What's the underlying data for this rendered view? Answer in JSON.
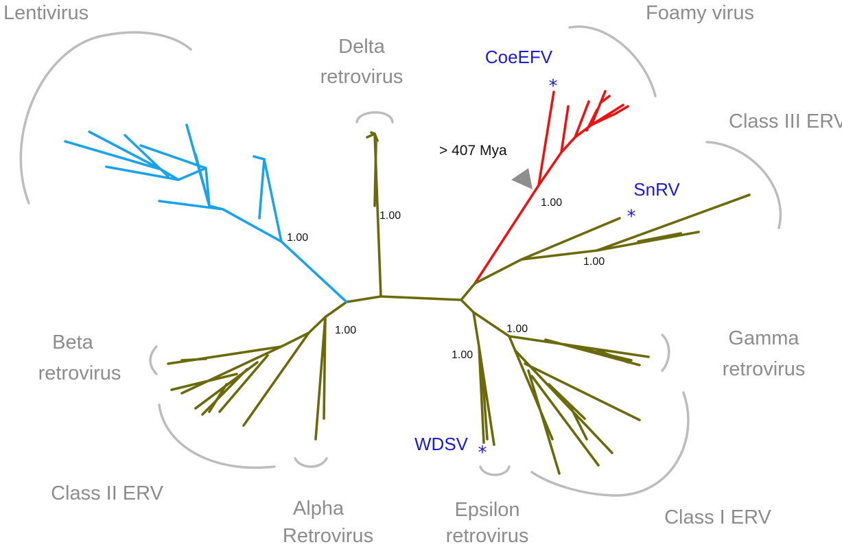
{
  "colors": {
    "lentivirus": "#1aa3e8",
    "foamy": "#ee1111",
    "other": "#6b6a0a",
    "bracket": "#bcbcbc",
    "clade_text": "#8c8c8c",
    "highlight_text": "#1a1ad6"
  },
  "clades": {
    "lentivirus": "Lentivirus",
    "delta_1": "Delta",
    "delta_2": "retrovirus",
    "foamy": "Foamy virus",
    "class3": "Class III ERV",
    "gamma_1": "Gamma",
    "gamma_2": "retrovirus",
    "class1": "Class I ERV",
    "epsilon_1": "Epsilon",
    "epsilon_2": "retrovirus",
    "alpha_1": "Alpha",
    "alpha_2": "Retrovirus",
    "class2": "Class II ERV",
    "beta_1": "Beta",
    "beta_2": "retrovirus"
  },
  "highlighted_viruses": {
    "coeefv": "CoeEFV",
    "snrv": "SnRV",
    "wdsv": "WDSV",
    "marker": "*"
  },
  "support_values": {
    "lentivirus": "1.00",
    "delta": "1.00",
    "foamy": "1.00",
    "class3": "1.00",
    "gamma": "1.00",
    "epsilon": "1.00",
    "alpha_beta": "1.00"
  },
  "annotations": {
    "date": "> 407 Mya"
  }
}
